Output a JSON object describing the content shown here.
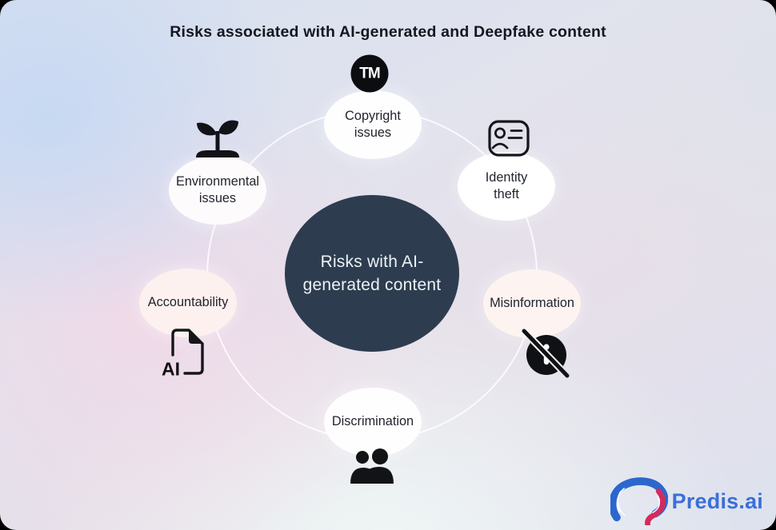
{
  "title": "Risks associated with AI-generated and Deepfake content",
  "center": {
    "label": "Risks with AI-generated content"
  },
  "nodes": [
    {
      "id": "copyright-issues",
      "label": "Copyright issues",
      "icon": "trademark-icon"
    },
    {
      "id": "identity-theft",
      "label": "Identity theft",
      "icon": "id-card-icon"
    },
    {
      "id": "misinformation",
      "label": "Misinformation",
      "icon": "info-slash-icon"
    },
    {
      "id": "discrimination",
      "label": "Discrimination",
      "icon": "people-icon"
    },
    {
      "id": "accountability",
      "label": "Accountability",
      "icon": "ai-document-icon"
    },
    {
      "id": "environmental-issues",
      "label": "Environmental issues",
      "icon": "seedling-icon"
    }
  ],
  "icons": {
    "trademark_text": "TM",
    "ai_document_text": "AI"
  },
  "logo": {
    "text": "Predis.ai"
  },
  "colors": {
    "center_bg": "#2d3d4f",
    "center_text": "#edf1f5",
    "node_bg_white": "#fffeff",
    "node_bg_pink": "#fdf2f0",
    "icon_black": "#121317",
    "ring_stroke": "#ffffff",
    "title_text": "#15171f",
    "logo_blue": "#3a6fd8",
    "logo_pink": "#d42a5c"
  }
}
